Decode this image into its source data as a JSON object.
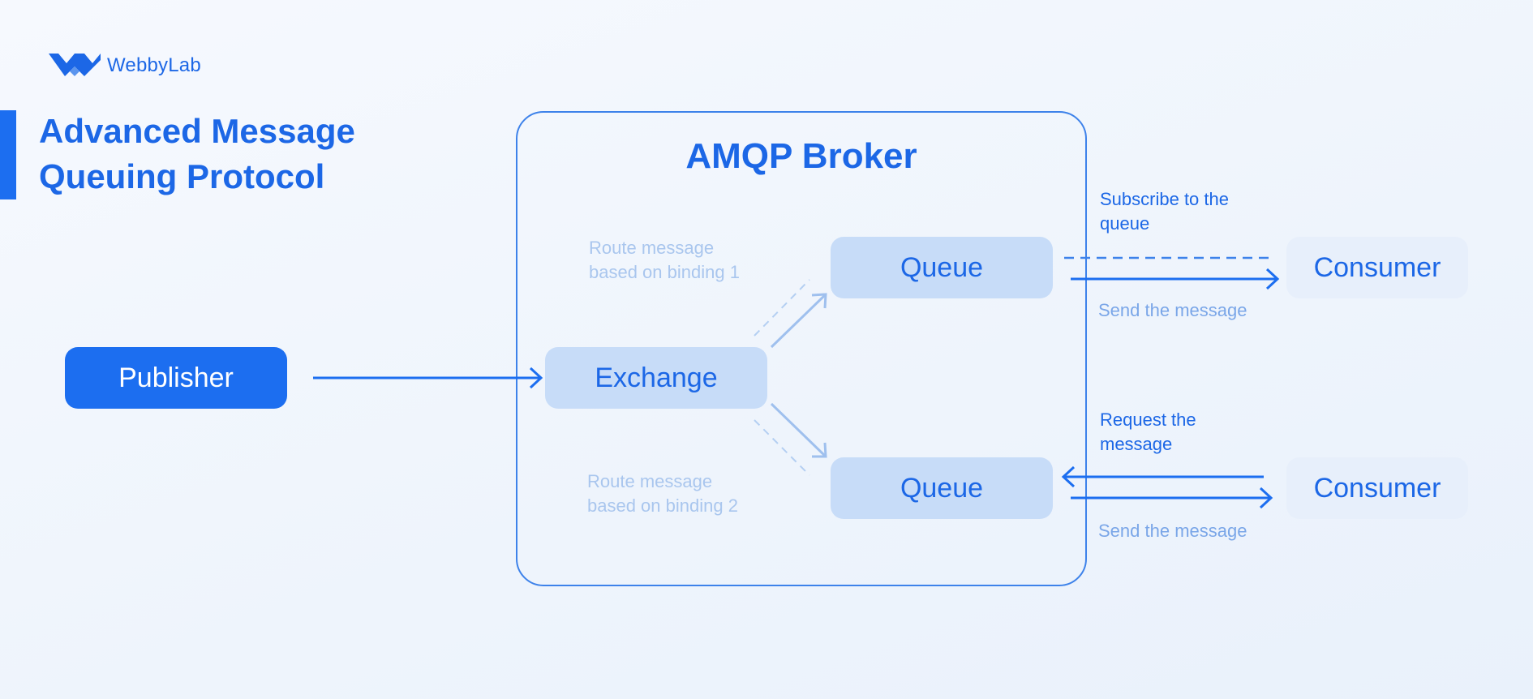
{
  "logo": {
    "text": "WebbyLab"
  },
  "title": {
    "line1": "Advanced Message",
    "line2": "Queuing Protocol"
  },
  "broker": {
    "title": "AMQP Broker"
  },
  "nodes": {
    "publisher": "Publisher",
    "exchange": "Exchange",
    "queue_1": "Queue",
    "queue_2": "Queue",
    "consumer_1": "Consumer",
    "consumer_2": "Consumer"
  },
  "notes": {
    "route_1": {
      "line1": "Route message",
      "line2": "based on binding 1"
    },
    "route_2": {
      "line1": "Route message",
      "line2": "based on binding 2"
    },
    "subscribe": {
      "line1": "Subscribe to the",
      "line2": "queue"
    },
    "request": {
      "line1": "Request the",
      "line2": "message"
    },
    "send_1": "Send the message",
    "send_2": "Send the message"
  },
  "colors": {
    "primary": "#1c6ef0",
    "text": "#1c67e6",
    "node_light": "#c7dcf8",
    "consumer_bg": "#e7effb",
    "faint_text": "#a9c6ee",
    "arrow_faint": "#9fc0ee"
  }
}
